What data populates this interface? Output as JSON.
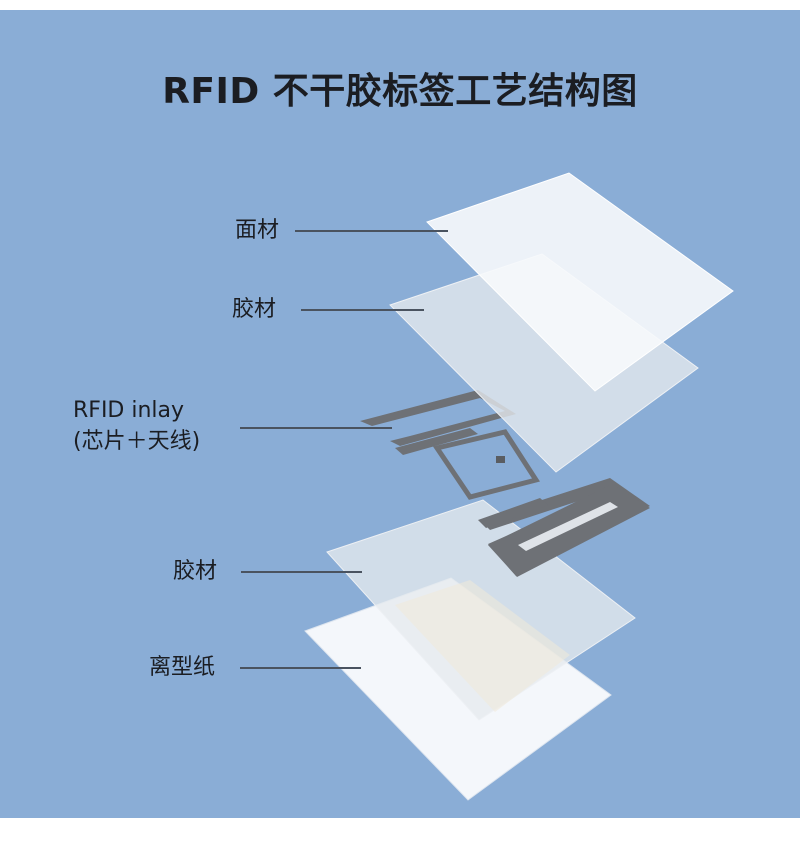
{
  "title": "RFID 不干胶标签工艺结构图",
  "layers": [
    {
      "id": "face",
      "label": "面材"
    },
    {
      "id": "adhesive-top",
      "label": "胶材"
    },
    {
      "id": "inlay",
      "label_line1": "RFID inlay",
      "label_line2": "(芯片＋天线)"
    },
    {
      "id": "adhesive-bottom",
      "label": "胶材"
    },
    {
      "id": "release-paper",
      "label": "离型纸"
    }
  ],
  "colors": {
    "background": "#8aadd6",
    "page": "#ffffff",
    "text": "#1b1d22",
    "leader_line": "#4a5360",
    "antenna": "#6d7075",
    "sheet_white": "#f7f9fc",
    "sheet_frosted": "#dfe5ec"
  }
}
